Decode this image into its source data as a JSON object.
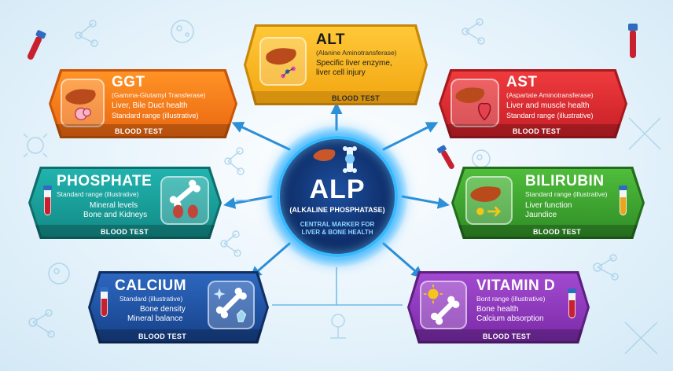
{
  "center": {
    "title": "ALP",
    "subtitle": "(ALKALINE PHOSPHATASE)",
    "desc_line1": "CENTRAL MARKER FOR",
    "desc_line2": "LIVER & BONE HEALTH",
    "icons": [
      "liver-icon",
      "bone-joint-icon"
    ]
  },
  "cards": {
    "alt": {
      "title": "ALT",
      "subtitle": "(Alanine Aminotransferase)",
      "line1": "Specific liver enzyme,",
      "line2": "liver cell injury",
      "footer": "BLOOD TEST",
      "color": "#f2b21a"
    },
    "ggt": {
      "title": "GGT",
      "subtitle": "(Gamma-Glutamyl Transferase)",
      "line1": "Liver, Bile Duct health",
      "line2": "Standard range (illustrative)",
      "footer": "BLOOD TEST",
      "color": "#f07a14"
    },
    "ast": {
      "title": "AST",
      "subtitle": "(Aspartate Aminotransferase)",
      "line1": "Liver and muscle health",
      "line2": "Standard range (illustrative)",
      "footer": "BLOOD TEST",
      "color": "#d92a2e"
    },
    "phosphate": {
      "title": "PHOSPHATE",
      "subtitle": "Standard range (illustrative)",
      "line1": "Mineral levels",
      "line2": "Bone and Kidneys",
      "footer": "BLOOD TEST",
      "color": "#169c98"
    },
    "bilirubin": {
      "title": "BILIRUBIN",
      "subtitle": "Standard range (illustrative)",
      "line1": "Liver function",
      "line2": "Jaundice",
      "footer": "BLOOD TEST",
      "color": "#3ba02f"
    },
    "calcium": {
      "title": "CALCIUM",
      "subtitle": "Standard (illustrative)",
      "line1": "Bone density",
      "line2": "Mineral balance",
      "footer": "BLOOD TEST",
      "color": "#1e4f9c"
    },
    "vitamin_d": {
      "title": "VITAMIN D",
      "subtitle": "Bont range (illustrative)",
      "line1": "Bone health",
      "line2": "Calcium absorption",
      "footer": "BLOOD TEST",
      "color": "#8a36b8"
    }
  },
  "colors": {
    "background": "#e3f1fa",
    "arrow": "#2d8fd6",
    "center_ring": "#35b8ff",
    "center_fill": "#0f2f6b"
  }
}
